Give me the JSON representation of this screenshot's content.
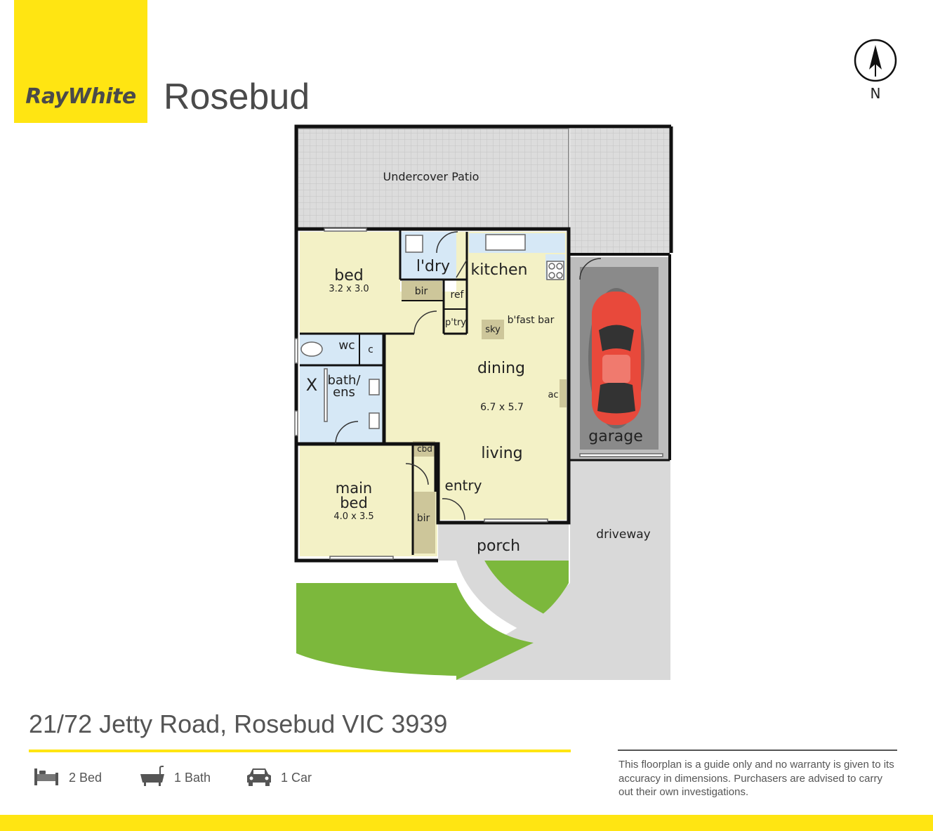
{
  "brand": {
    "logo_text": "RayWhite",
    "office": "Rosebud",
    "color": "#ffe512"
  },
  "compass": {
    "label": "N"
  },
  "floorplan": {
    "labels": {
      "patio": "Undercover Patio",
      "bed": "bed",
      "bed_dims": "3.2 x 3.0",
      "laundry": "l'dry",
      "kitchen": "kitchen",
      "bir1": "bir",
      "ref": "ref",
      "pantry": "p'try",
      "sky": "sky",
      "bfast": "b'fast bar",
      "wc": "wc",
      "c": "c",
      "x": "X",
      "bath1": "bath/",
      "bath2": "ens",
      "dining": "dining",
      "dims": "6.7 x 5.7",
      "ac": "ac",
      "cbd": "cbd",
      "living": "living",
      "entry": "entry",
      "main1": "main",
      "main2": "bed",
      "main_dims": "4.0 x 3.5",
      "bir2": "bir",
      "porch": "porch",
      "garage": "garage",
      "driveway": "driveway"
    },
    "colors": {
      "room": "#f3f1c6",
      "wet": "#d6e8f6",
      "cupboard": "#cdc69a",
      "paving": "#d9d9d9",
      "garage": "#bdbdbd",
      "lawn": "#7cb83c",
      "car": "#e8493b",
      "wall": "#111111"
    }
  },
  "address": "21/72 Jetty Road, Rosebud VIC 3939",
  "features": {
    "bed": "2 Bed",
    "bath": "1 Bath",
    "car": "1 Car"
  },
  "disclaimer": "This floorplan is a guide only and no warranty is given to its accuracy in dimensions. Purchasers are advised to carry out their own investigations."
}
